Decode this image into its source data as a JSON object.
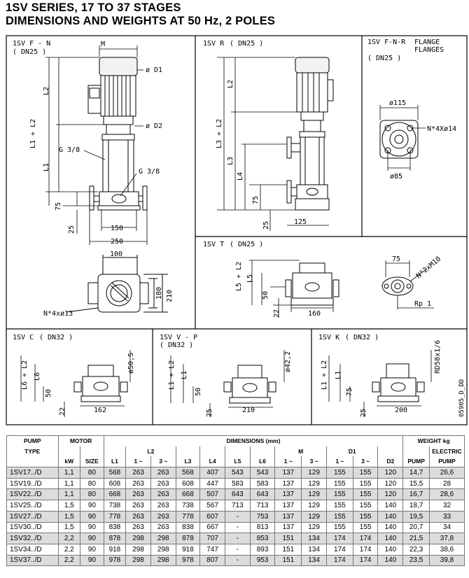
{
  "title_line1": "1SV SERIES, 17 TO 37 STAGES",
  "title_line2": "DIMENSIONS AND WEIGHTS AT 50 Hz, 2 POLES",
  "drawing_code": "05905_D_DD",
  "views": {
    "fn": {
      "title": "1SV F - N",
      "sub": "( DN25 )",
      "M": "M",
      "D1": "ø D1",
      "D2": "ø D2",
      "L2": "L2",
      "L1L2": "L1 + L2",
      "L1": "L1",
      "G38a": "G 3/8",
      "G38b": "G 3/8",
      "d75": "75",
      "d25": "25",
      "d150": "150",
      "d250": "250",
      "d100": "100",
      "d180": "180",
      "d210": "210",
      "holes": "N*4xø13"
    },
    "r": {
      "title": "1SV R",
      "sub": "( DN25 )",
      "L2": "L2",
      "L3L2": "L3 + L2",
      "L3": "L3",
      "L4": "L4",
      "d75": "75",
      "d25": "25",
      "d125": "125"
    },
    "fnr": {
      "title": "1SV F-N-R",
      "title2": "FLANGE",
      "title3": "FLANGES",
      "sub": "( DN25 )",
      "d115": "ø115",
      "holes": "N*4Xø14",
      "d85": "ø85"
    },
    "t": {
      "title": "1SV T",
      "sub": "( DN25 )",
      "L5L2": "L5 + L2",
      "L5": "L5",
      "d50": "50",
      "d22": "22",
      "d160": "160",
      "d75": "75",
      "holes": "N°2xM10",
      "rp": "Rp 1"
    },
    "c": {
      "title": "1SV C",
      "sub": "( DN32 )",
      "L6L2": "L6 + L2",
      "L6": "L6",
      "d50": "50",
      "d22": "22",
      "d162": "162",
      "dia": "ø50,5"
    },
    "vp": {
      "title": "1SV V - P",
      "sub": "( DN32 )",
      "L1L2": "L1 + L2",
      "L1": "L1",
      "d50": "50",
      "d25": "25",
      "d210": "210",
      "dia": "ø42,2"
    },
    "k": {
      "title": "1SV K",
      "sub": "( DN32 )",
      "L1L2": "L1 + L2",
      "L1": "L1",
      "d75": "75",
      "d25": "25",
      "d200": "200",
      "rd": "RD58x1/6"
    }
  },
  "table": {
    "h_pump": "PUMP",
    "h_type": "TYPE",
    "h_motor": "MOTOR",
    "h_dimensions": "DIMENSIONS (mm)",
    "h_weight": "WEIGHT  kg",
    "h_kw": "kW",
    "h_size": "SIZE",
    "h_L1": "L1",
    "h_L2": "L2",
    "h_L2a": "1 ~",
    "h_L2b": "3 ~",
    "h_L3": "L3",
    "h_L4": "L4",
    "h_L5": "L5",
    "h_L6": "L6",
    "h_M": "M",
    "h_Ma": "1 ~",
    "h_Mb": "3 ~",
    "h_D1": "D1",
    "h_D1a": "1 ~",
    "h_D1b": "3 ~",
    "h_D2": "D2",
    "h_pumpw": "PUMP",
    "h_elec": "ELECTRIC",
    "h_elecpump": "PUMP",
    "rows": [
      [
        "1SV17../D",
        "1,1",
        "80",
        "568",
        "263",
        "263",
        "568",
        "407",
        "543",
        "543",
        "137",
        "129",
        "155",
        "155",
        "120",
        "14,7",
        "26,6"
      ],
      [
        "1SV19../D",
        "1,1",
        "80",
        "608",
        "263",
        "263",
        "608",
        "447",
        "583",
        "583",
        "137",
        "129",
        "155",
        "155",
        "120",
        "15,5",
        "28"
      ],
      [
        "1SV22../D",
        "1,1",
        "80",
        "668",
        "263",
        "263",
        "668",
        "507",
        "643",
        "643",
        "137",
        "129",
        "155",
        "155",
        "120",
        "16,7",
        "28,6"
      ],
      [
        "1SV25../D",
        "1,5",
        "90",
        "738",
        "263",
        "263",
        "738",
        "567",
        "713",
        "713",
        "137",
        "129",
        "155",
        "155",
        "140",
        "18,7",
        "32"
      ],
      [
        "1SV27../D",
        "1,5",
        "90",
        "778",
        "263",
        "263",
        "778",
        "607",
        "-",
        "753",
        "137",
        "129",
        "155",
        "155",
        "140",
        "19,5",
        "33"
      ],
      [
        "1SV30../D",
        "1,5",
        "90",
        "838",
        "263",
        "263",
        "838",
        "667",
        "-",
        "813",
        "137",
        "129",
        "155",
        "155",
        "140",
        "20,7",
        "34"
      ],
      [
        "1SV32../D",
        "2,2",
        "90",
        "878",
        "298",
        "298",
        "878",
        "707",
        "-",
        "853",
        "151",
        "134",
        "174",
        "174",
        "140",
        "21,5",
        "37,8"
      ],
      [
        "1SV34../D",
        "2,2",
        "90",
        "918",
        "298",
        "298",
        "918",
        "747",
        "-",
        "893",
        "151",
        "134",
        "174",
        "174",
        "140",
        "22,3",
        "38,6"
      ],
      [
        "1SV37../D",
        "2,2",
        "90",
        "978",
        "298",
        "298",
        "978",
        "807",
        "-",
        "953",
        "151",
        "134",
        "174",
        "174",
        "140",
        "23,5",
        "39,8"
      ]
    ]
  }
}
